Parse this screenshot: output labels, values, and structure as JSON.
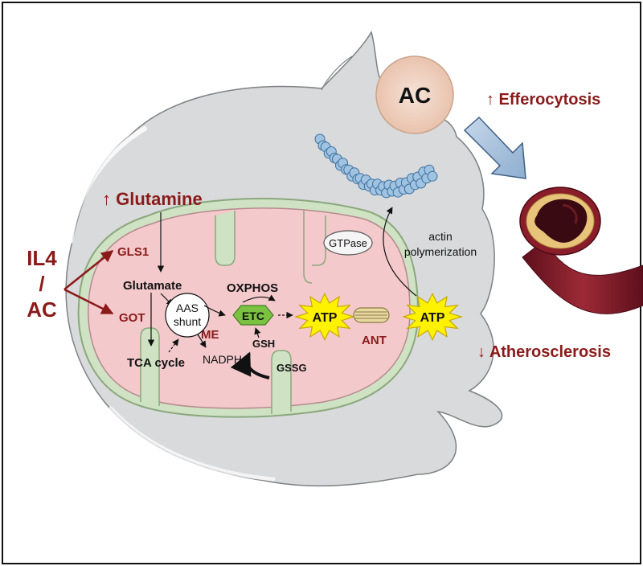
{
  "left_trigger": {
    "line1": "IL4",
    "line2": "/",
    "line3": "AC"
  },
  "glutamine_label": "↑ Glutamine",
  "enzymes": {
    "gls1": "GLS1",
    "got": "GOT",
    "me": "ME",
    "ant": "ANT"
  },
  "metabolism": {
    "glutamate": "Glutamate",
    "aas_line1": "AAS",
    "aas_line2": "shunt",
    "tca": "TCA cycle",
    "nadph": "NADPH",
    "oxphos": "OXPHOS",
    "etc": "ETC",
    "gsh": "GSH",
    "gssg": "GSSG",
    "atp_inner": "ATP",
    "atp_outer": "ATP"
  },
  "cytoskeleton": {
    "gtpase": "GTPase",
    "actin_line1": "actin",
    "actin_line2": "polymerization"
  },
  "apoptotic_cell": "AC",
  "outcomes": {
    "efferocytosis": "↑ Efferocytosis",
    "atherosclerosis": "↓ Atherosclerosis"
  },
  "colors": {
    "accent_red": "#8b1a1a",
    "cell_gray": "#d9dadc",
    "mito_pink": "#f4c9cc",
    "etc_green": "#7cc242",
    "atp_yellow": "#fff200",
    "actin_blue": "#9fc3e0"
  }
}
